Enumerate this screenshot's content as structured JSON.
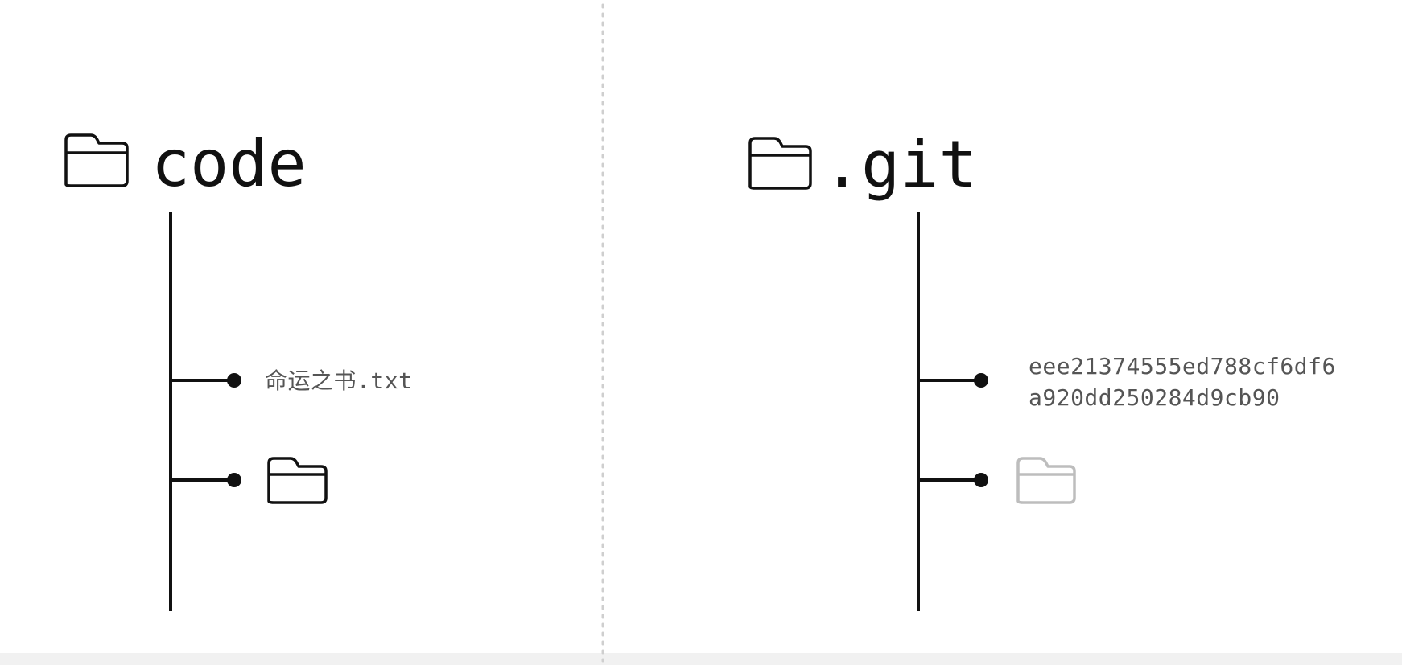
{
  "left_tree": {
    "root_label": "code",
    "file_label": "命运之书.txt"
  },
  "right_tree": {
    "root_label": ".git",
    "hash_line_1": "eee21374555ed788cf6df6",
    "hash_line_2": "a920dd250284d9cb90"
  },
  "icons": {
    "left_root": "folder-icon",
    "left_child": "folder-icon",
    "right_root": "folder-icon",
    "right_child": "folder-icon-faded"
  },
  "colors": {
    "stroke": "#111111",
    "text": "#555555",
    "faded": "#bdbdbd",
    "divider": "#cfcfcf"
  }
}
